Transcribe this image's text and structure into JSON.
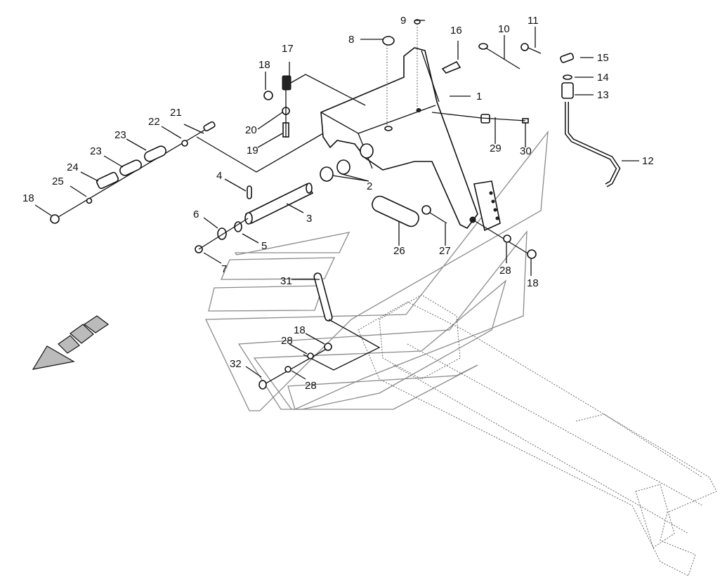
{
  "diagram": {
    "type": "exploded parts diagram",
    "direction_arrow": "direction-arrow-icon",
    "labels": [
      {
        "id": "l1",
        "text": "1"
      },
      {
        "id": "l2",
        "text": "2"
      },
      {
        "id": "l3",
        "text": "3"
      },
      {
        "id": "l4",
        "text": "4"
      },
      {
        "id": "l5",
        "text": "5"
      },
      {
        "id": "l6",
        "text": "6"
      },
      {
        "id": "l7",
        "text": "7"
      },
      {
        "id": "l8",
        "text": "8"
      },
      {
        "id": "l9",
        "text": "9"
      },
      {
        "id": "l10",
        "text": "10"
      },
      {
        "id": "l11",
        "text": "11"
      },
      {
        "id": "l12",
        "text": "12"
      },
      {
        "id": "l13",
        "text": "13"
      },
      {
        "id": "l14",
        "text": "14"
      },
      {
        "id": "l15",
        "text": "15"
      },
      {
        "id": "l16",
        "text": "16"
      },
      {
        "id": "l17",
        "text": "17"
      },
      {
        "id": "l18a",
        "text": "18"
      },
      {
        "id": "l18b",
        "text": "18"
      },
      {
        "id": "l18c",
        "text": "18"
      },
      {
        "id": "l18d",
        "text": "18"
      },
      {
        "id": "l19",
        "text": "19"
      },
      {
        "id": "l20",
        "text": "20"
      },
      {
        "id": "l21",
        "text": "21"
      },
      {
        "id": "l22",
        "text": "22"
      },
      {
        "id": "l23a",
        "text": "23"
      },
      {
        "id": "l23b",
        "text": "23"
      },
      {
        "id": "l24",
        "text": "24"
      },
      {
        "id": "l25",
        "text": "25"
      },
      {
        "id": "l26",
        "text": "26"
      },
      {
        "id": "l27",
        "text": "27"
      },
      {
        "id": "l28a",
        "text": "28"
      },
      {
        "id": "l28b",
        "text": "28"
      },
      {
        "id": "l28c",
        "text": "28"
      },
      {
        "id": "l29",
        "text": "29"
      },
      {
        "id": "l30",
        "text": "30"
      },
      {
        "id": "l31",
        "text": "31"
      },
      {
        "id": "l32",
        "text": "32"
      }
    ]
  }
}
